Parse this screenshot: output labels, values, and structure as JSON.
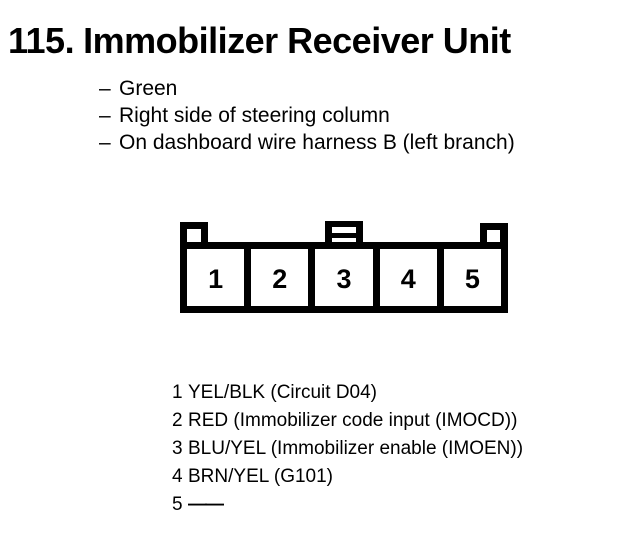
{
  "page": {
    "section_number": "115.",
    "title": "Immobilizer Receiver Unit"
  },
  "location": {
    "marker": "–",
    "items": [
      "Green",
      "Right side of steering column",
      "On dashboard wire harness B (left branch)"
    ]
  },
  "connector": {
    "pins": [
      "1",
      "2",
      "3",
      "4",
      "5"
    ]
  },
  "pin_table": {
    "rows": [
      {
        "pin": "1",
        "description": "YEL/BLK (Circuit D04)"
      },
      {
        "pin": "2",
        "description": "RED (Immobilizer code input (IMOCD))"
      },
      {
        "pin": "3",
        "description": "BLU/YEL (Immobilizer enable (IMOEN))"
      },
      {
        "pin": "4",
        "description": "BRN/YEL (G101)"
      },
      {
        "pin": "5",
        "description": "——"
      }
    ]
  },
  "colors": {
    "foreground": "#000000",
    "background": "#ffffff"
  }
}
